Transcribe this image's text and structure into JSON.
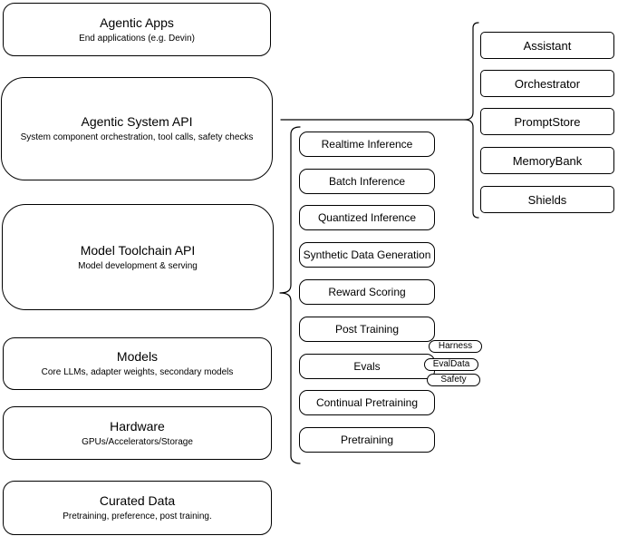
{
  "diagram": {
    "colors": {
      "background": "#ffffff",
      "stroke": "#000000",
      "text": "#000000"
    },
    "stack": [
      {
        "title": "Agentic Apps",
        "subtitle": "End applications (e.g. Devin)"
      },
      {
        "title": "Agentic System API",
        "subtitle": "System component orchestration, tool calls, safety checks"
      },
      {
        "title": "Model Toolchain API",
        "subtitle": "Model development & serving"
      },
      {
        "title": "Models",
        "subtitle": "Core LLMs, adapter weights, secondary models"
      },
      {
        "title": "Hardware",
        "subtitle": "GPUs/Accelerators/Storage"
      },
      {
        "title": "Curated Data",
        "subtitle": "Pretraining, preference, post training."
      }
    ],
    "toolchain_services": [
      "Realtime Inference",
      "Batch Inference",
      "Quantized Inference",
      "Synthetic Data Generation",
      "Reward Scoring",
      "Post Training",
      "Evals",
      "Continual Pretraining",
      "Pretraining"
    ],
    "eval_tags": [
      "Harness",
      "EvalData",
      "Safety"
    ],
    "system_components": [
      "Assistant",
      "Orchestrator",
      "PromptStore",
      "MemoryBank",
      "Shields"
    ]
  }
}
